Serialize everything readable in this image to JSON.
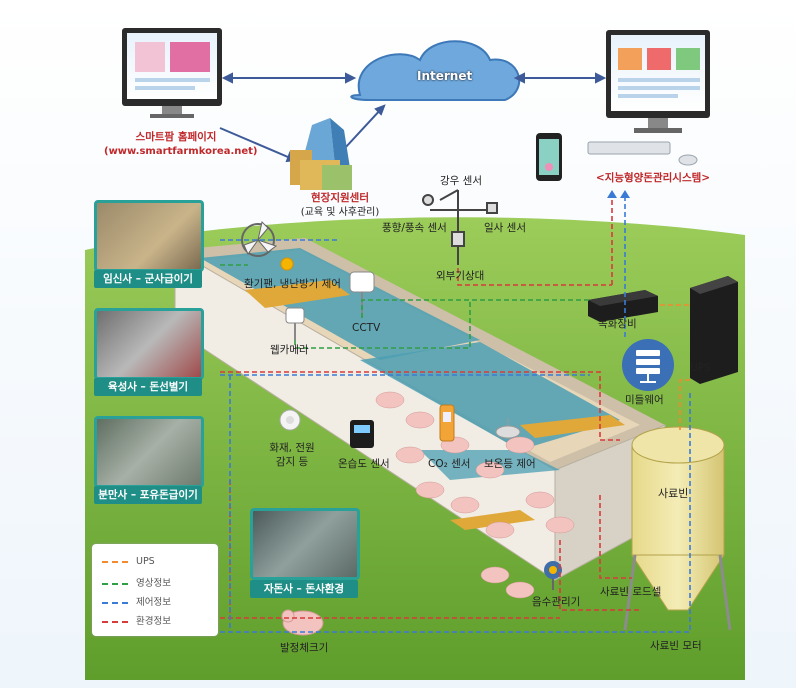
{
  "cloud": {
    "label": "Internet"
  },
  "homepage": {
    "title": "스마트팜 홈페이지",
    "url": "(www.smartfarmkorea.net)"
  },
  "center": {
    "title": "현장지원센터",
    "subtitle": "(교육 및 사후관리)"
  },
  "system": {
    "title": "<지능형양돈관리시스템>"
  },
  "weather": {
    "rain": "강우 센서",
    "wind": "풍향/풍속 센서",
    "solar": "일사 센서",
    "station": "외부기상대"
  },
  "devices": {
    "fan": "환기팬, 냉난방기 제어",
    "cctv": "CCTV",
    "camera": "웹카메라",
    "nvr": "녹화장비",
    "ups": "UPS",
    "middleware": "미들웨어",
    "fire_1": "화재, 전원",
    "fire_2": "감지 등",
    "thermo": "온습도 센서",
    "co2": "CO₂ 센서",
    "heater": "보온등 제어",
    "feed_bin": "사료빈",
    "feed_load": "사료빈 로드셀",
    "feed_motor": "사료빈 모터",
    "water": "음수관리기",
    "estrus": "발정체크기"
  },
  "barns": [
    "임신사 – 군사급이기",
    "육성사 – 돈선별기",
    "분만사 – 포유돈급이기",
    "자돈사 – 돈사환경"
  ],
  "legend": [
    {
      "label": "UPS",
      "color": "#f28a2e"
    },
    {
      "label": "영상정보",
      "color": "#2f9e44"
    },
    {
      "label": "제어정보",
      "color": "#3a7bd5"
    },
    {
      "label": "환경정보",
      "color": "#d93a3a"
    }
  ]
}
